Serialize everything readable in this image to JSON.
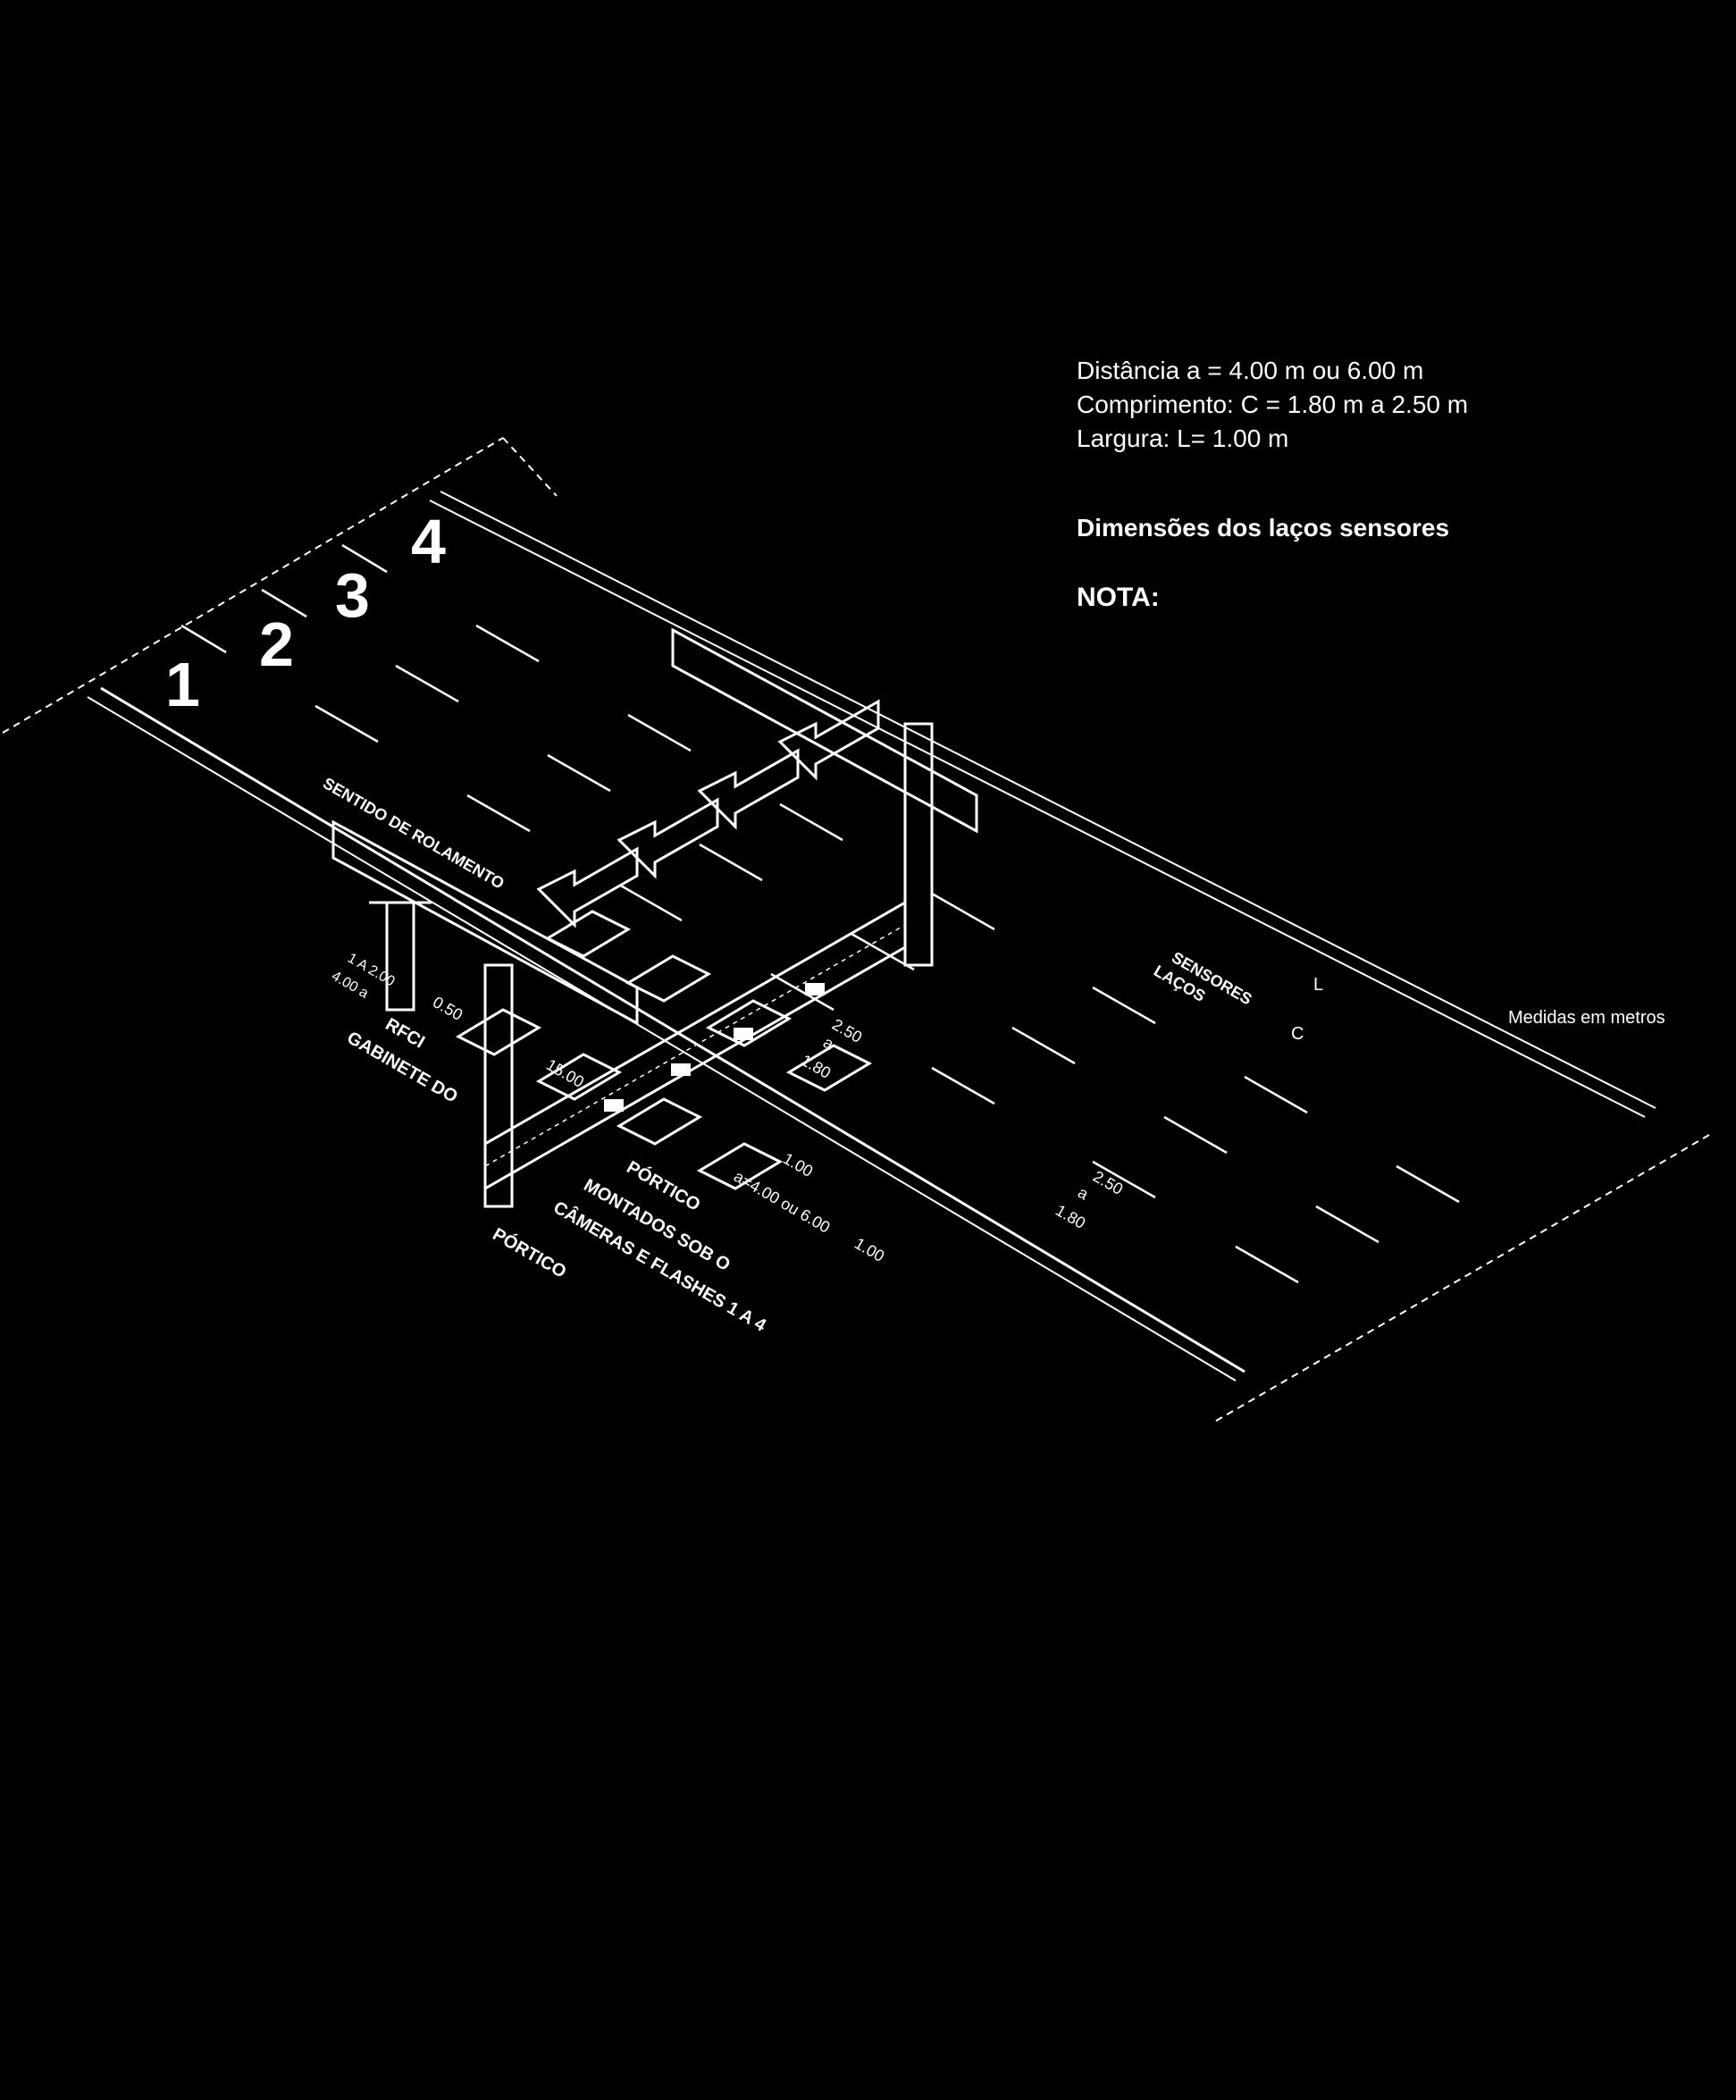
{
  "note": {
    "title": "NOTA:",
    "heading": "Dimensões dos laços sensores",
    "line_width": "Largura: L= 1.00 m",
    "line_length": "Comprimento: C = 1.80 m  a  2.50 m",
    "line_distance": "Distância a = 4.00 m ou 6.00 m"
  },
  "units_label": "Medidas em metros",
  "lane_numbers": [
    "1",
    "2",
    "3",
    "4"
  ],
  "direction_label": "SENTIDO DE ROLAMENTO",
  "loops_label_1": "LAÇOS",
  "loops_label_2": "SENSORES",
  "loop_length_label": "C",
  "loop_width_label": "L",
  "dims": {
    "gap_a": "a",
    "loop_180": "1.80",
    "loop_250": "2.50",
    "loop_100": "1.00",
    "distance_range": "a=4.00 ou 6.00",
    "dist_100": "1.00",
    "dist_1500": "15.00",
    "dist_050": "0.50",
    "cabinet_dim_1": "1 A 2.00",
    "cabinet_dim_2": "4.00 a"
  },
  "callouts": {
    "portico": "PÓRTICO",
    "cameras_1": "CÂMERAS E FLASHES 1 A 4",
    "cameras_2": "MONTADOS SOB O",
    "cameras_3": "PÓRTICO",
    "cabinet_1": "GABINETE DO",
    "cabinet_2": "RFCI"
  }
}
